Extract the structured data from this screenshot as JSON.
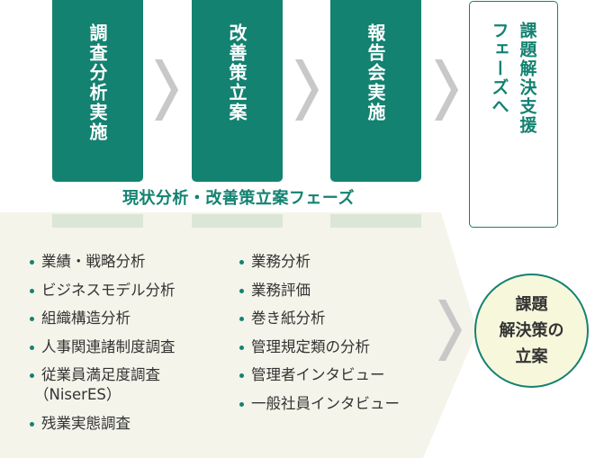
{
  "steps": [
    {
      "label": "調査分析実施"
    },
    {
      "label": "改善策立案"
    },
    {
      "label": "報告会実施"
    }
  ],
  "support": {
    "line1": "課題解決支援",
    "line2": "フェーズへ"
  },
  "phase_label": "現状分析・改善策立案フェーズ",
  "list_left": [
    "業績・戦略分析",
    "ビジネスモデル分析",
    "組織構造分析",
    "人事関連諸制度調査",
    "従業員満足度調査",
    "（NiserES）",
    "残業実態調査"
  ],
  "list_right": [
    "業務分析",
    "業務評価",
    "巻き紙分析",
    "管理規定類の分析",
    "管理者インタビュー",
    "一般社員インタビュー"
  ],
  "result": {
    "line1": "課題",
    "line2": "解決策の",
    "line3": "立案"
  },
  "colors": {
    "accent": "#138271",
    "panel": "#f4f4ea",
    "chevron": "#c8c8c8",
    "circle": "#f7f7dc"
  }
}
